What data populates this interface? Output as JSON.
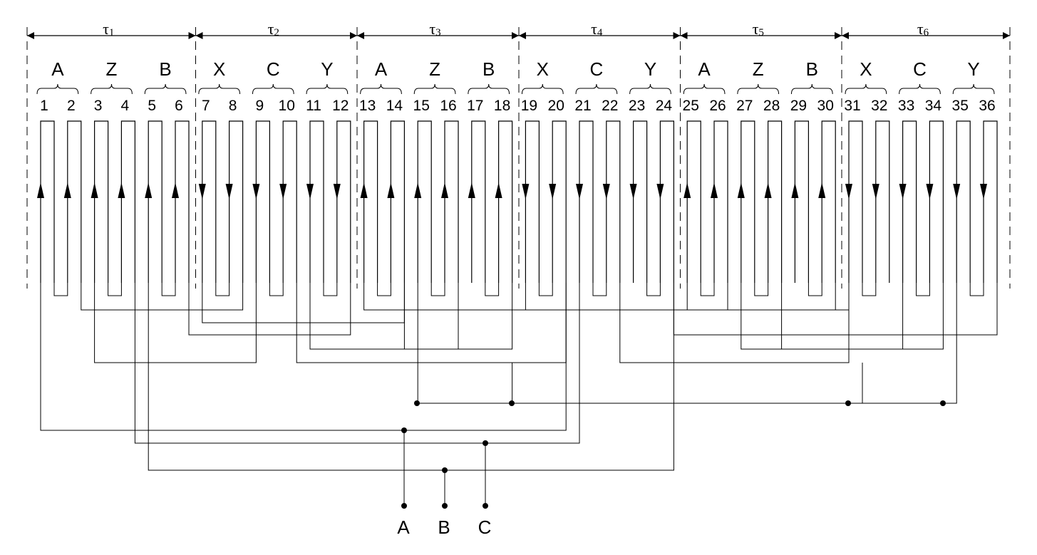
{
  "pole_pitches": [
    {
      "symbol": "τ",
      "sub": "1"
    },
    {
      "symbol": "τ",
      "sub": "2"
    },
    {
      "symbol": "τ",
      "sub": "3"
    },
    {
      "symbol": "τ",
      "sub": "4"
    },
    {
      "symbol": "τ",
      "sub": "5"
    },
    {
      "symbol": "τ",
      "sub": "6"
    }
  ],
  "phase_groups": [
    "A",
    "Z",
    "B",
    "X",
    "C",
    "Y",
    "A",
    "Z",
    "B",
    "X",
    "C",
    "Y",
    "A",
    "Z",
    "B",
    "X",
    "C",
    "Y"
  ],
  "slot_numbers": [
    "1",
    "2",
    "3",
    "4",
    "5",
    "6",
    "7",
    "8",
    "9",
    "10",
    "11",
    "12",
    "13",
    "14",
    "15",
    "16",
    "17",
    "18",
    "19",
    "20",
    "21",
    "22",
    "23",
    "24",
    "25",
    "26",
    "27",
    "28",
    "29",
    "30",
    "31",
    "32",
    "33",
    "34",
    "35",
    "36"
  ],
  "slot_current_direction": [
    "up",
    "up",
    "up",
    "up",
    "up",
    "up",
    "down",
    "down",
    "down",
    "down",
    "down",
    "down",
    "up",
    "up",
    "up",
    "up",
    "up",
    "up",
    "down",
    "down",
    "down",
    "down",
    "down",
    "down",
    "up",
    "up",
    "up",
    "up",
    "up",
    "up",
    "down",
    "down",
    "down",
    "down",
    "down",
    "down"
  ],
  "terminals": [
    "A",
    "B",
    "C"
  ]
}
